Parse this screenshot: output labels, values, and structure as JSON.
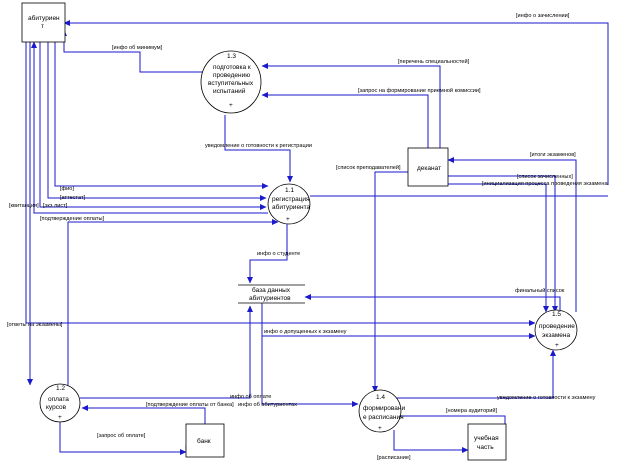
{
  "entities": {
    "applicant": {
      "line1": "абитуриен",
      "line2": "т"
    },
    "dean": "деканат",
    "bank": "банк",
    "academic": {
      "line1": "учебная",
      "line2": "часть"
    }
  },
  "processes": {
    "p11": {
      "num": "1.1",
      "lines": [
        "регистрация",
        "абитуриента"
      ],
      "mark": "+"
    },
    "p12": {
      "num": "1.2",
      "lines": [
        "оплата",
        "курсов"
      ],
      "mark": "+"
    },
    "p13": {
      "num": "1.3",
      "lines": [
        "подготовка к",
        "проведению",
        "вступительных",
        "испытаний"
      ],
      "mark": "+"
    },
    "p14": {
      "num": "1.4",
      "lines": [
        "формировани",
        "е расписания"
      ],
      "mark": "+"
    },
    "p15": {
      "num": "1.5",
      "lines": [
        "проведение",
        "экзамена"
      ],
      "mark": "+"
    }
  },
  "store": {
    "lines": [
      "база данных",
      "абитуриентов"
    ]
  },
  "flows": {
    "info_enrolled": "[инфо о зачислении]",
    "info_min": "[инфо об минимум]",
    "spec_list": "[перечень специальностей]",
    "request_commission": "[запрос на формирование приемной комиссии]",
    "notify_ready_reg": "уведомление о готовности к регистрации",
    "exam_results": "[итоги экзаменов]",
    "teacher_list": "[список преподавателей]",
    "enrolled_list": "[список зачисленных]",
    "init_exam": "[инициализация процесса проведения экзамена",
    "fio": "[фио]",
    "certificate": "[аттестат]",
    "receipt": "[квитанция]",
    "exam_sheet": "[экз лист]",
    "pay_confirm": "[подтверждение оплаты]",
    "student_info": "инфо о студенте",
    "final_list": "финальный список",
    "exam_answers": "[ответы на экзамены]",
    "admitted_info": "инфо о допущенных к экзамену",
    "pay_info": "инфо об оплате",
    "bank_confirm": "[подтверждение оплаты от банка]",
    "applicants_info": "инфо об абитуриентах",
    "notify_ready_exam": "уведомление о готовности к экзамену",
    "room_numbers": "[номера аудиторий]",
    "pay_request": "[запрос об оплате]",
    "schedule": "[расписание]"
  }
}
